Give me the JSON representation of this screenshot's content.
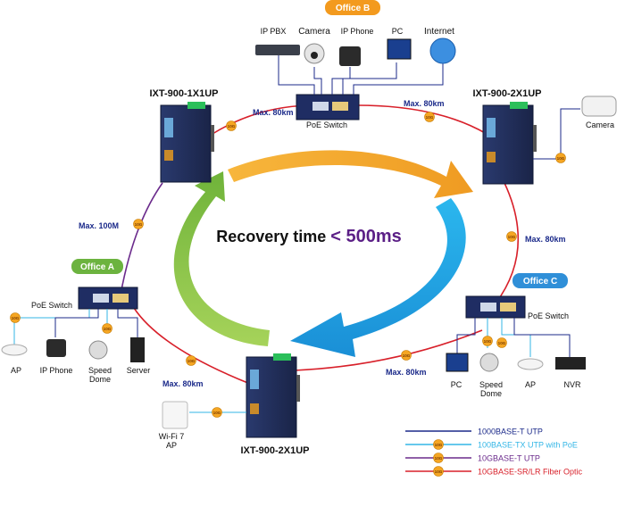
{
  "center_text": {
    "main": "Recovery time ",
    "highlight": "< 500ms"
  },
  "offices": {
    "a": "Office A",
    "b": "Office B",
    "c": "Office C"
  },
  "switches": {
    "left_top": "IXT-900-1X1UP",
    "right_top": "IXT-900-2X1UP",
    "bottom": "IXT-900-2X1UP",
    "poe_switch": "PoE Switch"
  },
  "link_labels": {
    "top_left": "Max. 80km",
    "top_right": "Max. 80km",
    "right": "Max. 80km",
    "bottom_left": "Max. 80km",
    "bottom_right": "Max. 80km",
    "left": "Max. 100M"
  },
  "badge": "10G",
  "devices": {
    "office_b": [
      "IP PBX",
      "Camera",
      "IP Phone",
      "PC",
      "Internet"
    ],
    "office_a": [
      "AP",
      "IP Phone",
      "Speed\nDome",
      "Server"
    ],
    "office_c": [
      "PC",
      "Speed\nDome",
      "AP",
      "NVR"
    ],
    "right_camera": "Camera",
    "wifi_ap": "Wi-Fi 7\nAP"
  },
  "legend": [
    {
      "label": "1000BASE-T UTP",
      "color": "#1b2a8a",
      "badge": false
    },
    {
      "label": "100BASE-TX UTP with PoE",
      "color": "#33b6e6",
      "badge": true
    },
    {
      "label": "10GBASE-T UTP",
      "color": "#6b2b8c",
      "badge": true
    },
    {
      "label": "10GBASE-SR/LR Fiber Optic",
      "color": "#d8202a",
      "badge": true
    }
  ],
  "colors": {
    "ring_red": "#d8202a",
    "ring_purple": "#6b2b8c",
    "utp_blue": "#1b2a8a",
    "poe_cyan": "#33b6e6",
    "arrow_orange": "#f0a52c",
    "arrow_blue": "#1aa3e3",
    "arrow_green": "#7bbf3b",
    "office_label_green": "#6cb33f",
    "office_label_orange": "#f39a1e",
    "office_label_blue": "#2f8fd8",
    "highlight_purple": "#5b1f86"
  }
}
